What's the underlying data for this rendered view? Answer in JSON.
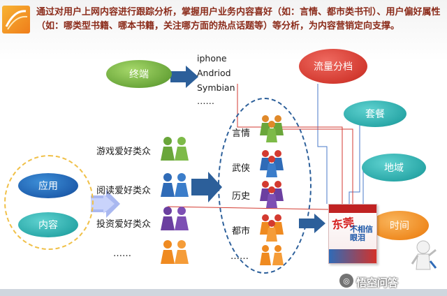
{
  "header": {
    "text": "通过对用户上网内容进行跟踪分析，掌握用户业务内容喜好（如：言情、都市类书刊）、用户偏好属性（如：哪类型书籍、哪本书籍，关注哪方面的热点话题等）等分析，为内容营销定向支撑。"
  },
  "terminal": {
    "label": "终端",
    "os_list": [
      "iphone",
      "Andriod",
      "Symbian",
      "……"
    ]
  },
  "sources": {
    "app_label": "应用",
    "content_label": "内容"
  },
  "user_groups": [
    {
      "label": "游戏爱好类众"
    },
    {
      "label": "阅读爱好类众"
    },
    {
      "label": "投资爱好类众"
    },
    {
      "label": "……"
    }
  ],
  "categories": [
    {
      "label": "言情"
    },
    {
      "label": "武侠"
    },
    {
      "label": "历史"
    },
    {
      "label": "都市"
    },
    {
      "label": "……"
    }
  ],
  "attributes": {
    "traffic": "流量分档",
    "package": "套餐",
    "region": "地域",
    "time": "时间"
  },
  "book": {
    "title": "东莞",
    "subtitle": "不相信眼泪"
  },
  "watermark": {
    "text": "悟空问答"
  },
  "colors": {
    "header_text": "#8b2b1a",
    "green": "#6aa63a",
    "red": "#d33a30",
    "teal": "#2aa8a8",
    "blue": "#1f5fae",
    "orange": "#ef8a20",
    "purple": "#6b3fa0",
    "arrow_blue": "#2c5f9a"
  }
}
